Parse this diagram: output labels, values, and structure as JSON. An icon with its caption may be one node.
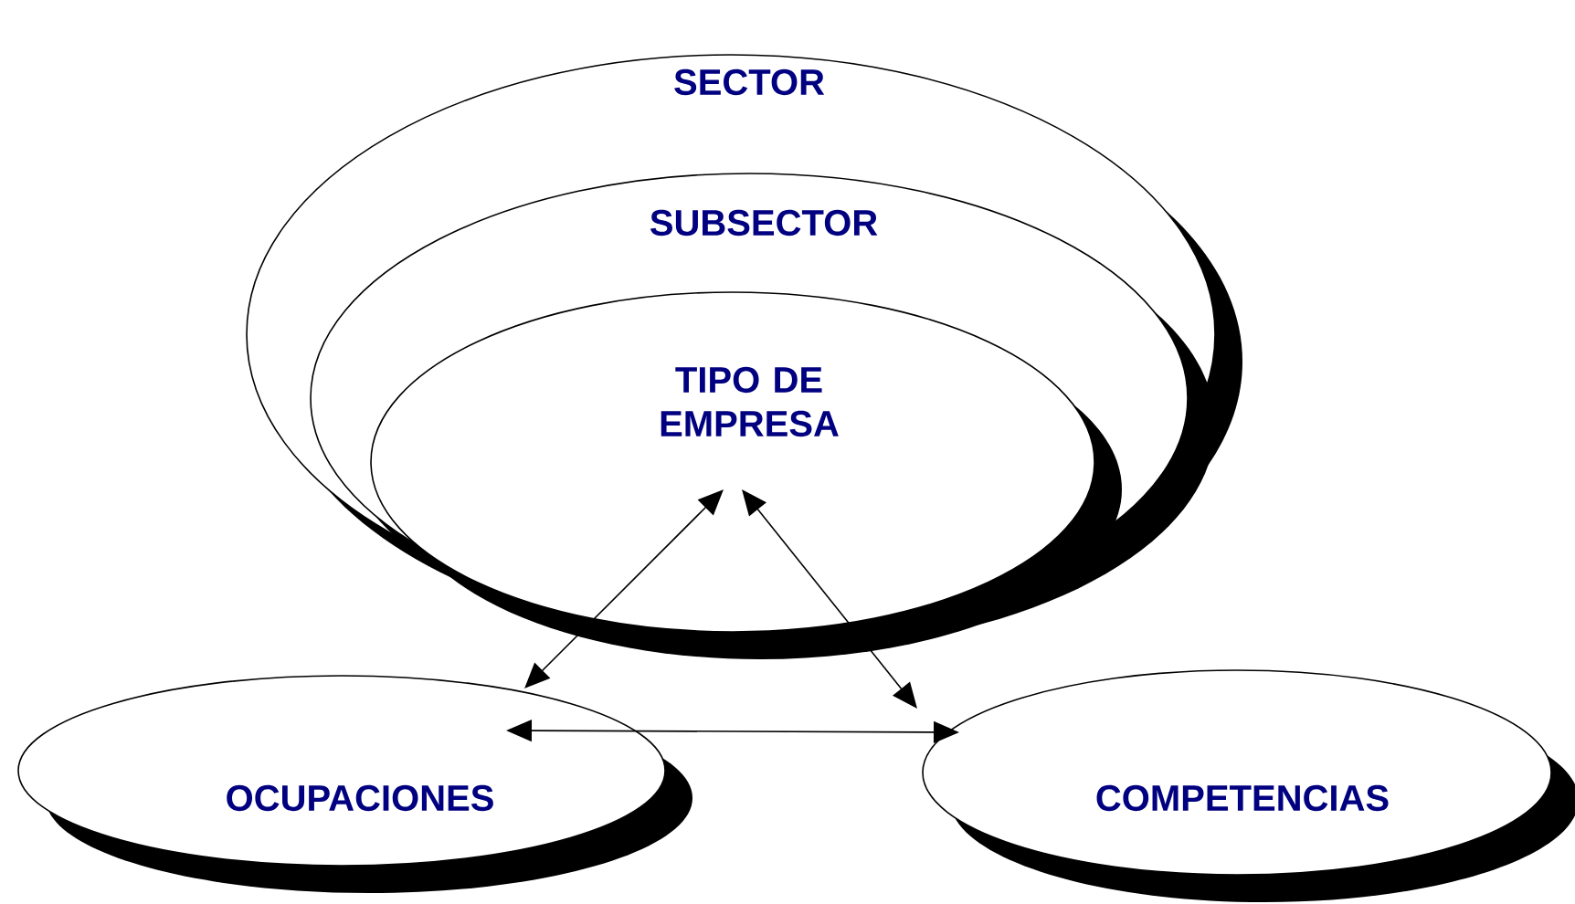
{
  "diagram": {
    "nodes": [
      {
        "text": [
          "SECTOR"
        ]
      },
      {
        "text": [
          "SUBSECTOR"
        ],
        "in": 0
      },
      {
        "text": [
          "TIPO DE EMPRESA"
        ],
        "in": 1
      },
      {
        "text": [
          "OCUPACIONES"
        ]
      },
      {
        "text": [
          "COMPETENCIAS"
        ]
      }
    ],
    "edges": [
      {
        "from": 2,
        "to": 3,
        "arrow": "both"
      },
      {
        "from": 2,
        "to": 4,
        "arrow": "both"
      },
      {
        "from": 3,
        "to": 4,
        "arrow": "both"
      }
    ]
  }
}
